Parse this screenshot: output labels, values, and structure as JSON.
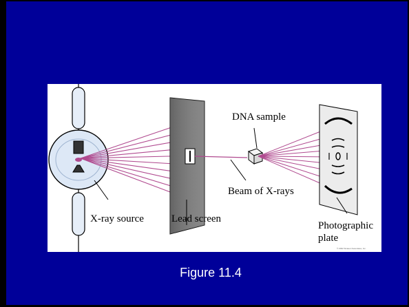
{
  "figure": {
    "labels": {
      "xray_source": "X-ray source",
      "lead_screen": "Lead screen",
      "dna_sample": "DNA sample",
      "beam": "Beam of X-rays",
      "plate_line1": "Photographic",
      "plate_line2": "plate"
    },
    "credit": "© 2002 Sinauer Associates, Inc."
  },
  "caption": "Figure 11.4",
  "colors": {
    "background": "#000099",
    "beam": "#b04a8f",
    "panel": "#ffffff"
  }
}
